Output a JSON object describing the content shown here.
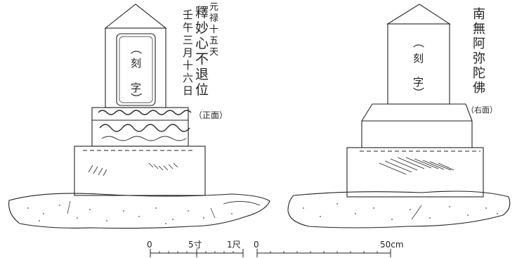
{
  "left_view": {
    "carved_mark": "刻字",
    "inscription_right": "元禄十五天",
    "inscription_main": "釋妙心不退位",
    "inscription_date": "壬午三月十六日",
    "face_label": "（正面）"
  },
  "right_view": {
    "carved_mark": "刻字",
    "inscription_main": "南無阿弥陀佛",
    "face_label": "（右面）"
  },
  "scales": {
    "japanese": {
      "zero": "0",
      "mid": "5寸",
      "end": "1尺"
    },
    "metric": {
      "zero": "0",
      "end": "50cm"
    }
  }
}
